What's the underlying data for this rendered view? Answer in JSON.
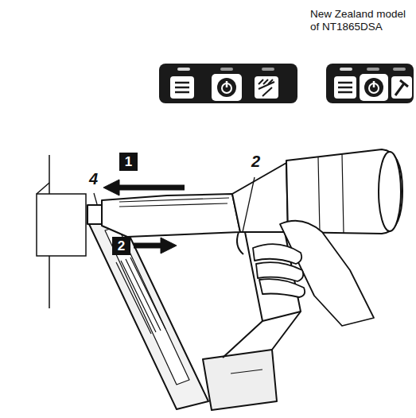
{
  "diagram": {
    "nodes": [
      {
        "text": [
          "1"
        ]
      },
      {
        "text": [
          "2"
        ]
      }
    ],
    "labels": [
      "New Zealand model of NT1865DSA",
      "4",
      "2"
    ]
  }
}
